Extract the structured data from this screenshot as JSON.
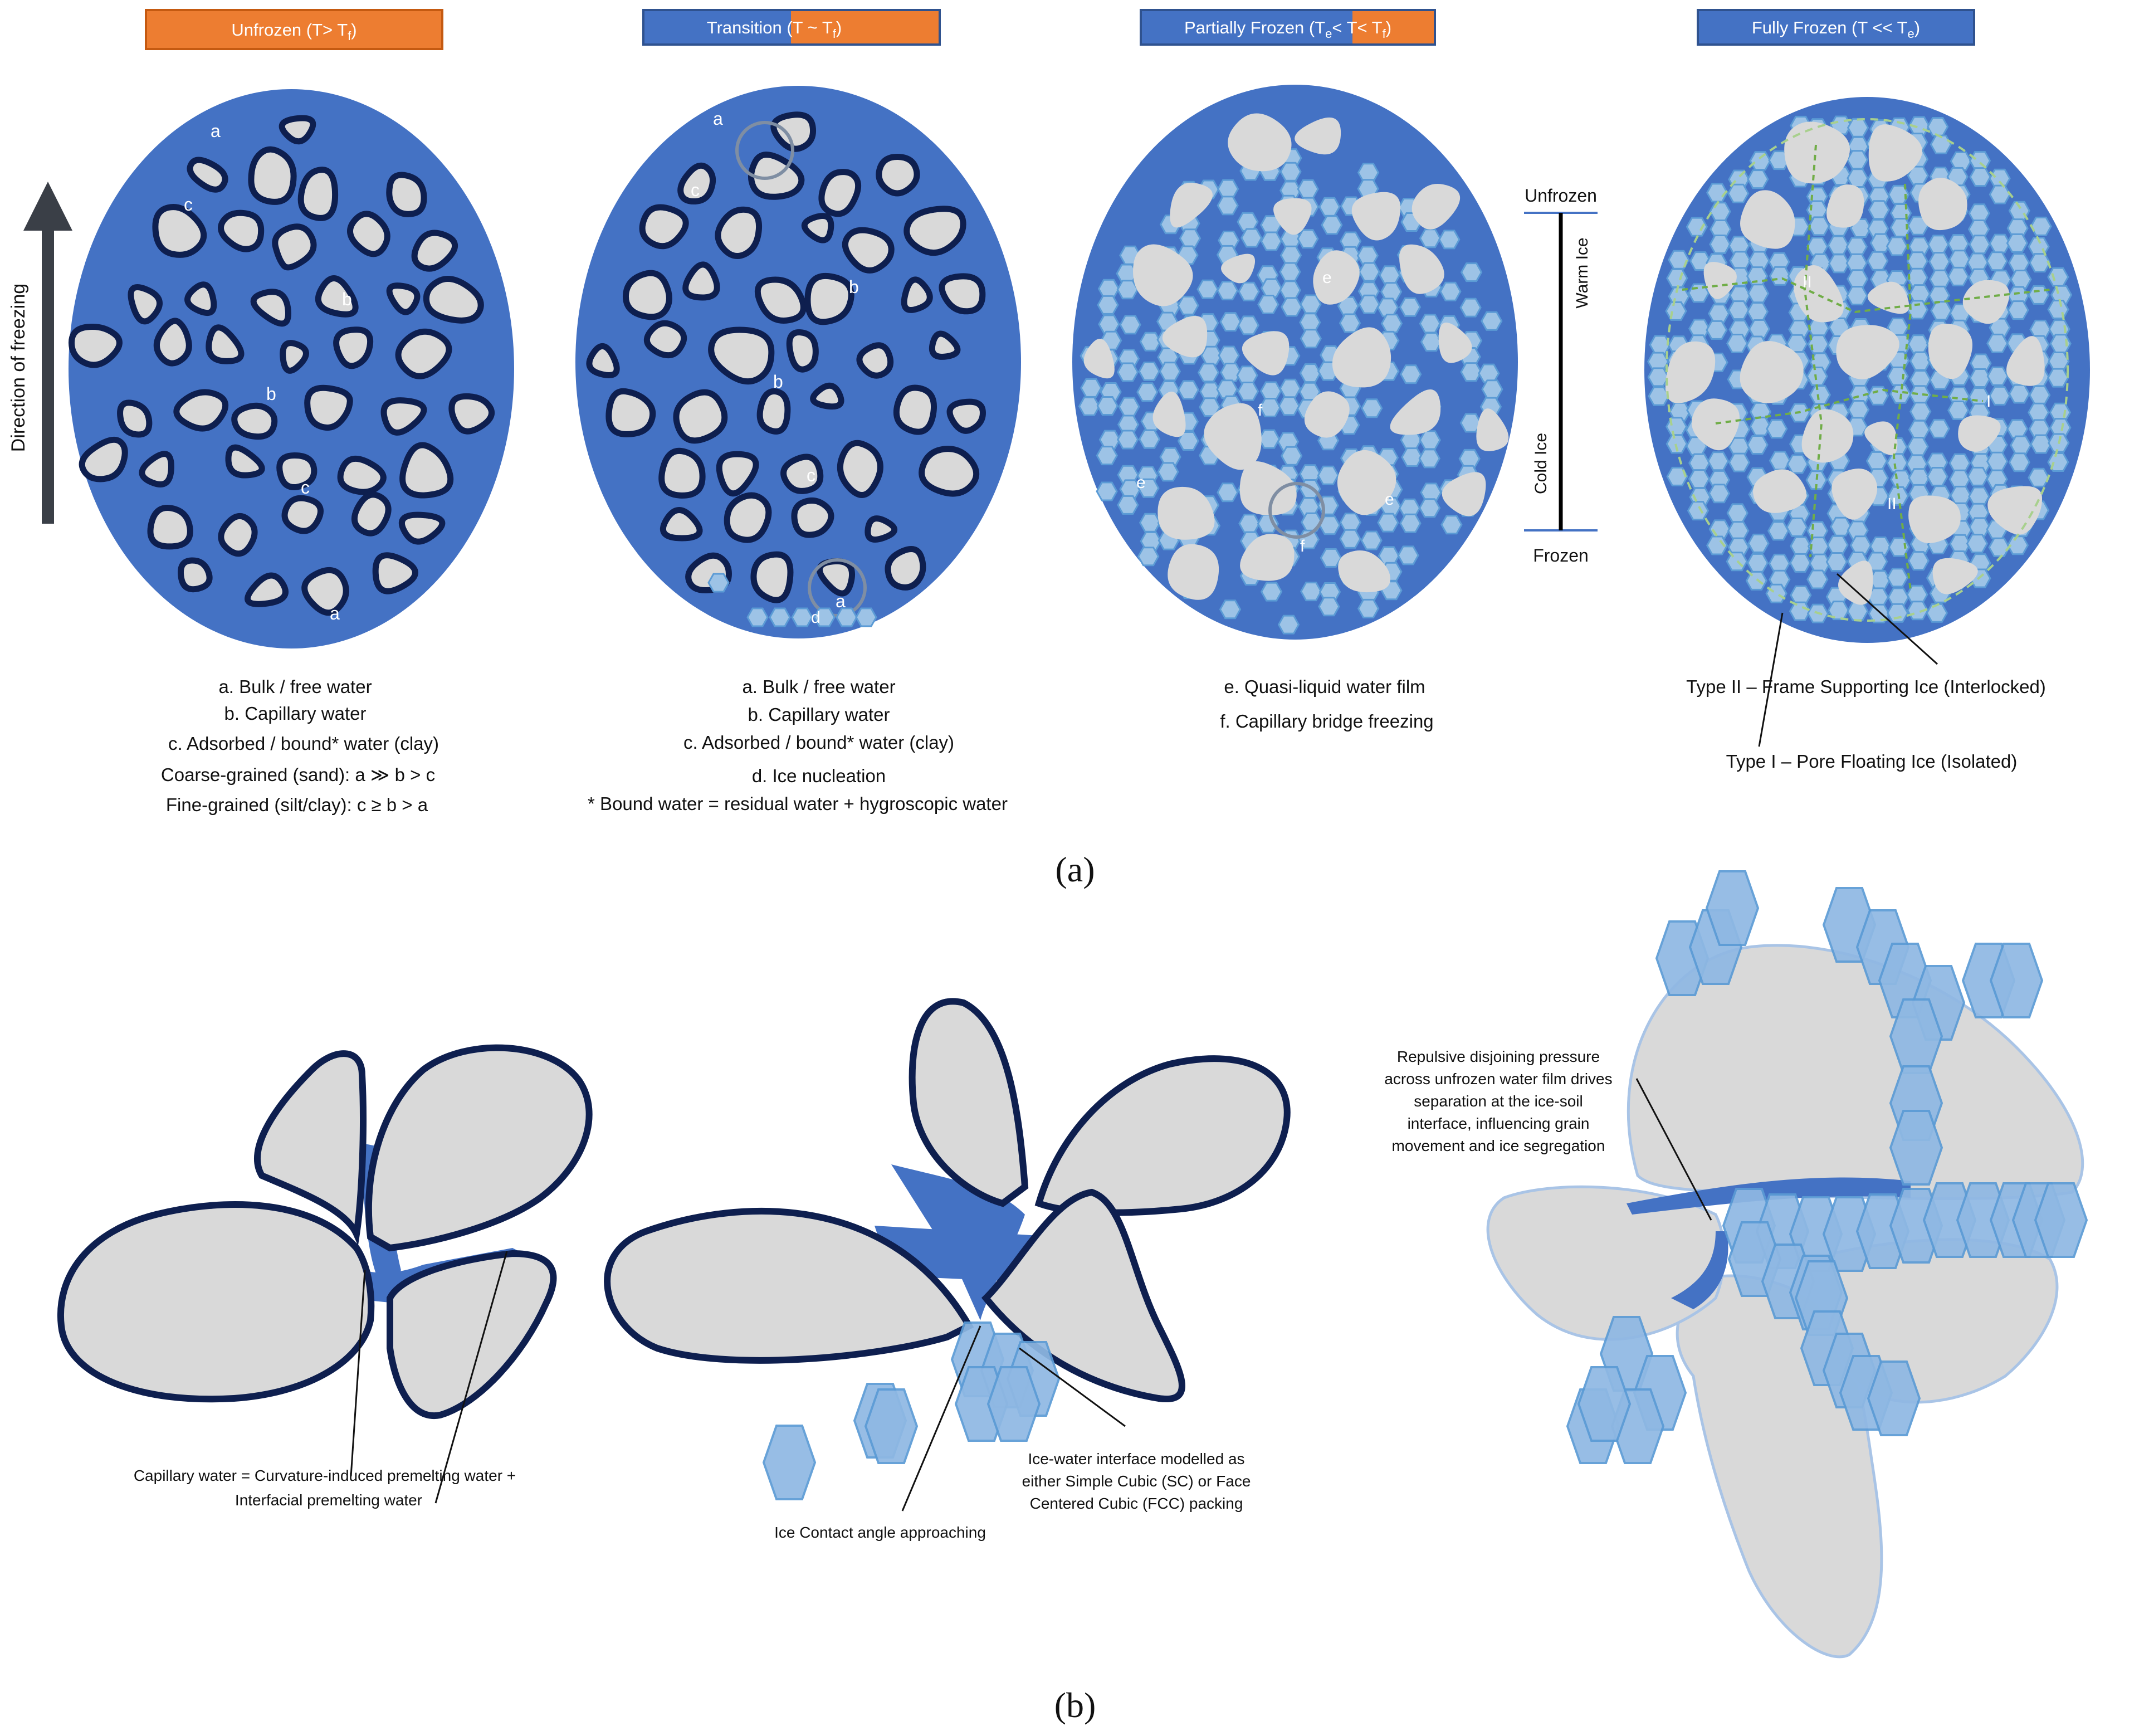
{
  "colors": {
    "water_blue": "#4472c4",
    "outline_navy": "#0e1f4f",
    "grain_grey": "#d9d9d9",
    "ice_blue": "#9dc3e6",
    "ice_edge": "#5b9bd5",
    "header_orange": "#ed7d31",
    "header_blue": "#4472c4",
    "arrow_dark": "#3a3f47"
  },
  "panel_a": {
    "caption": "(a)",
    "direction_label": "Direction of freezing",
    "stages": [
      {
        "header_text": "Unfrozen (T> T",
        "header_sub": "f",
        "header_end": ")",
        "header_style": "orange",
        "point_labels": [
          "a",
          "c",
          "b",
          "b",
          "c",
          "a"
        ],
        "legend": [
          "a. Bulk / free water",
          "b. Capillary water",
          "c. Adsorbed / bound* water (clay)",
          "Coarse-grained (sand): a ≫ b > c",
          "Fine-grained (silt/clay): c ≥ b > a"
        ]
      },
      {
        "header_text": "Transition (T ~ T",
        "header_sub": "f",
        "header_end": ")",
        "header_style": "blue-orange",
        "point_labels": [
          "a",
          "c",
          "b",
          "b",
          "c",
          "a",
          "d"
        ],
        "legend": [
          "a. Bulk / free water",
          "b. Capillary water",
          "c. Adsorbed / bound* water (clay)",
          "d. Ice nucleation",
          "* Bound water = residual water + hygroscopic water"
        ]
      },
      {
        "header_text": "Partially Frozen (T",
        "header_sub": "e",
        "header_mid": "< T< T",
        "header_sub2": "f",
        "header_end": ")",
        "header_style": "blue-orange",
        "point_labels": [
          "e",
          "f",
          "e",
          "e",
          "f"
        ],
        "legend": [
          "e. Quasi-liquid water film",
          "f. Capillary bridge freezing"
        ]
      },
      {
        "header_text": "Fully Frozen (T << T",
        "header_sub": "e",
        "header_end": ")",
        "header_style": "blue",
        "point_labels": [
          "II",
          "I",
          "II"
        ],
        "legend": [
          "Type II – Frame Supporting Ice (Interlocked)",
          "Type I – Pore Floating Ice (Isolated)"
        ]
      }
    ],
    "scale": {
      "top": "Unfrozen",
      "bottom": "Frozen",
      "upper_segment": "Warm Ice",
      "lower_segment": "Cold Ice"
    }
  },
  "panel_b": {
    "caption": "(b)",
    "annotations": {
      "capillary_line1": "Capillary water = Curvature-induced premelting water +",
      "capillary_line2": "Interfacial premelting water",
      "contact_angle": "Ice Contact angle approaching",
      "interface_line1": "Ice-water interface modelled as",
      "interface_line2": "either Simple Cubic (SC) or Face",
      "interface_line3": "Centered Cubic (FCC) packing",
      "disjoining_line1": "Repulsive disjoining pressure",
      "disjoining_line2": "across unfrozen water film drives",
      "disjoining_line3": "separation at the ice-soil",
      "disjoining_line4": "interface, influencing grain",
      "disjoining_line5": "movement and ice segregation"
    }
  }
}
